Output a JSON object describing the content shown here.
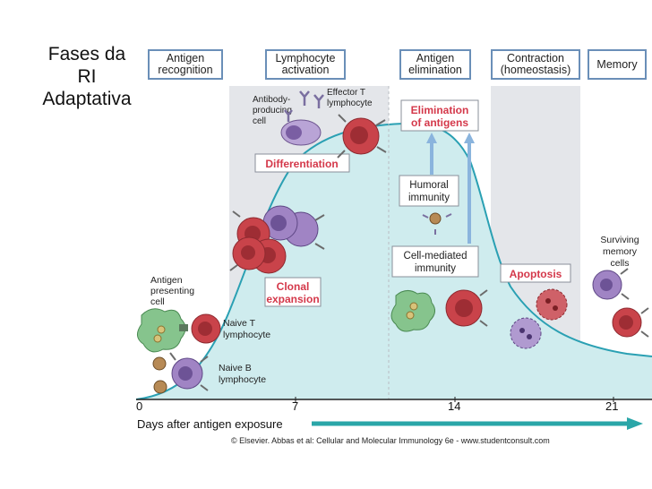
{
  "slide_title": [
    "Fases da",
    "RI",
    "Adaptativa"
  ],
  "phases": [
    "Antigen recognition",
    "Lymphocyte activation",
    "Antigen elimination",
    "Contraction (homeostasis)",
    "Memory"
  ],
  "phase_lines": [
    [
      "Antigen",
      "recognition"
    ],
    [
      "Lymphocyte",
      "activation"
    ],
    [
      "Antigen",
      "elimination"
    ],
    [
      "Contraction",
      "(homeostasis)"
    ],
    [
      "Memory"
    ]
  ],
  "red_labels": {
    "elimination": [
      "Elimination",
      "of antigens"
    ],
    "differentiation": "Differentiation",
    "clonal": [
      "Clonal",
      "expansion"
    ],
    "apoptosis": "Apoptosis"
  },
  "box_labels": {
    "humoral": [
      "Humoral",
      "immunity"
    ],
    "cell_mediated": [
      "Cell-mediated",
      "immunity"
    ]
  },
  "cell_labels": {
    "antibody": [
      "Antibody-",
      "producing",
      "cell"
    ],
    "effector": [
      "Effector T",
      "lymphocyte"
    ],
    "apc": [
      "Antigen",
      "presenting",
      "cell"
    ],
    "naive_t": [
      "Naive T",
      "lymphocyte"
    ],
    "naive_b": [
      "Naive B",
      "lymphocyte"
    ],
    "memory": [
      "Surviving",
      "memory",
      "cells"
    ]
  },
  "axis": {
    "ticks": [
      "0",
      "7",
      "14",
      "21"
    ],
    "label": "Days after antigen exposure"
  },
  "copyright": "© Elsevier. Abbas et al: Cellular and Molecular Immunology 6e - www.studentconsult.com",
  "colors": {
    "curve_fill": "#cfecee",
    "curve_line": "#2aa0b3",
    "phase_band": "#e4e6ea",
    "box_border": "#6a8fb8",
    "red_text": "#d4384a",
    "arrow": "#8ab4dd",
    "t_cell": "#c9434a",
    "b_cell": "#9a7cc0",
    "apc": "#86c48d",
    "axis_arrow": "#2aa6a8"
  }
}
